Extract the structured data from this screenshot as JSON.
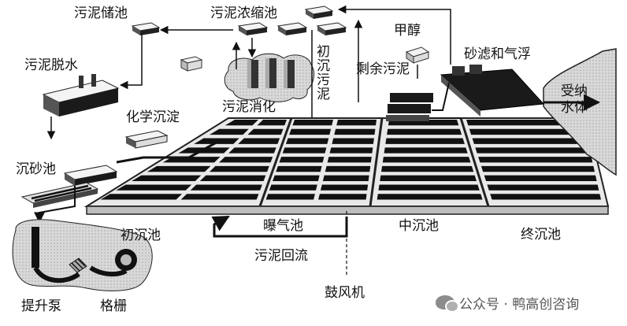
{
  "labels": {
    "sludge_storage": "污泥储池",
    "sludge_thickening": "污泥浓缩池",
    "methanol": "甲醇",
    "sand_filter_flotation": "砂滤和气浮",
    "sludge_dewatering": "污泥脱水",
    "primary_sludge": "初沉污泥",
    "excess_sludge": "剩余污泥",
    "receiving_water": "受纳\n水体",
    "sludge_digestion": "污泥消化",
    "chemical_precipitation": "化学沉淀",
    "grit_chamber": "沉砂池",
    "aeration_tank": "曝气池",
    "intermediate_clarifier": "中沉池",
    "final_clarifier": "终沉池",
    "primary_clarifier": "初沉池",
    "sludge_return": "污泥回流",
    "blower": "鼓风机",
    "lift_pump": "提升泵",
    "screen": "格栅"
  },
  "watermark": {
    "text": "公众号 · 鸭高创咨询",
    "icon": "wechat-icon"
  }
}
